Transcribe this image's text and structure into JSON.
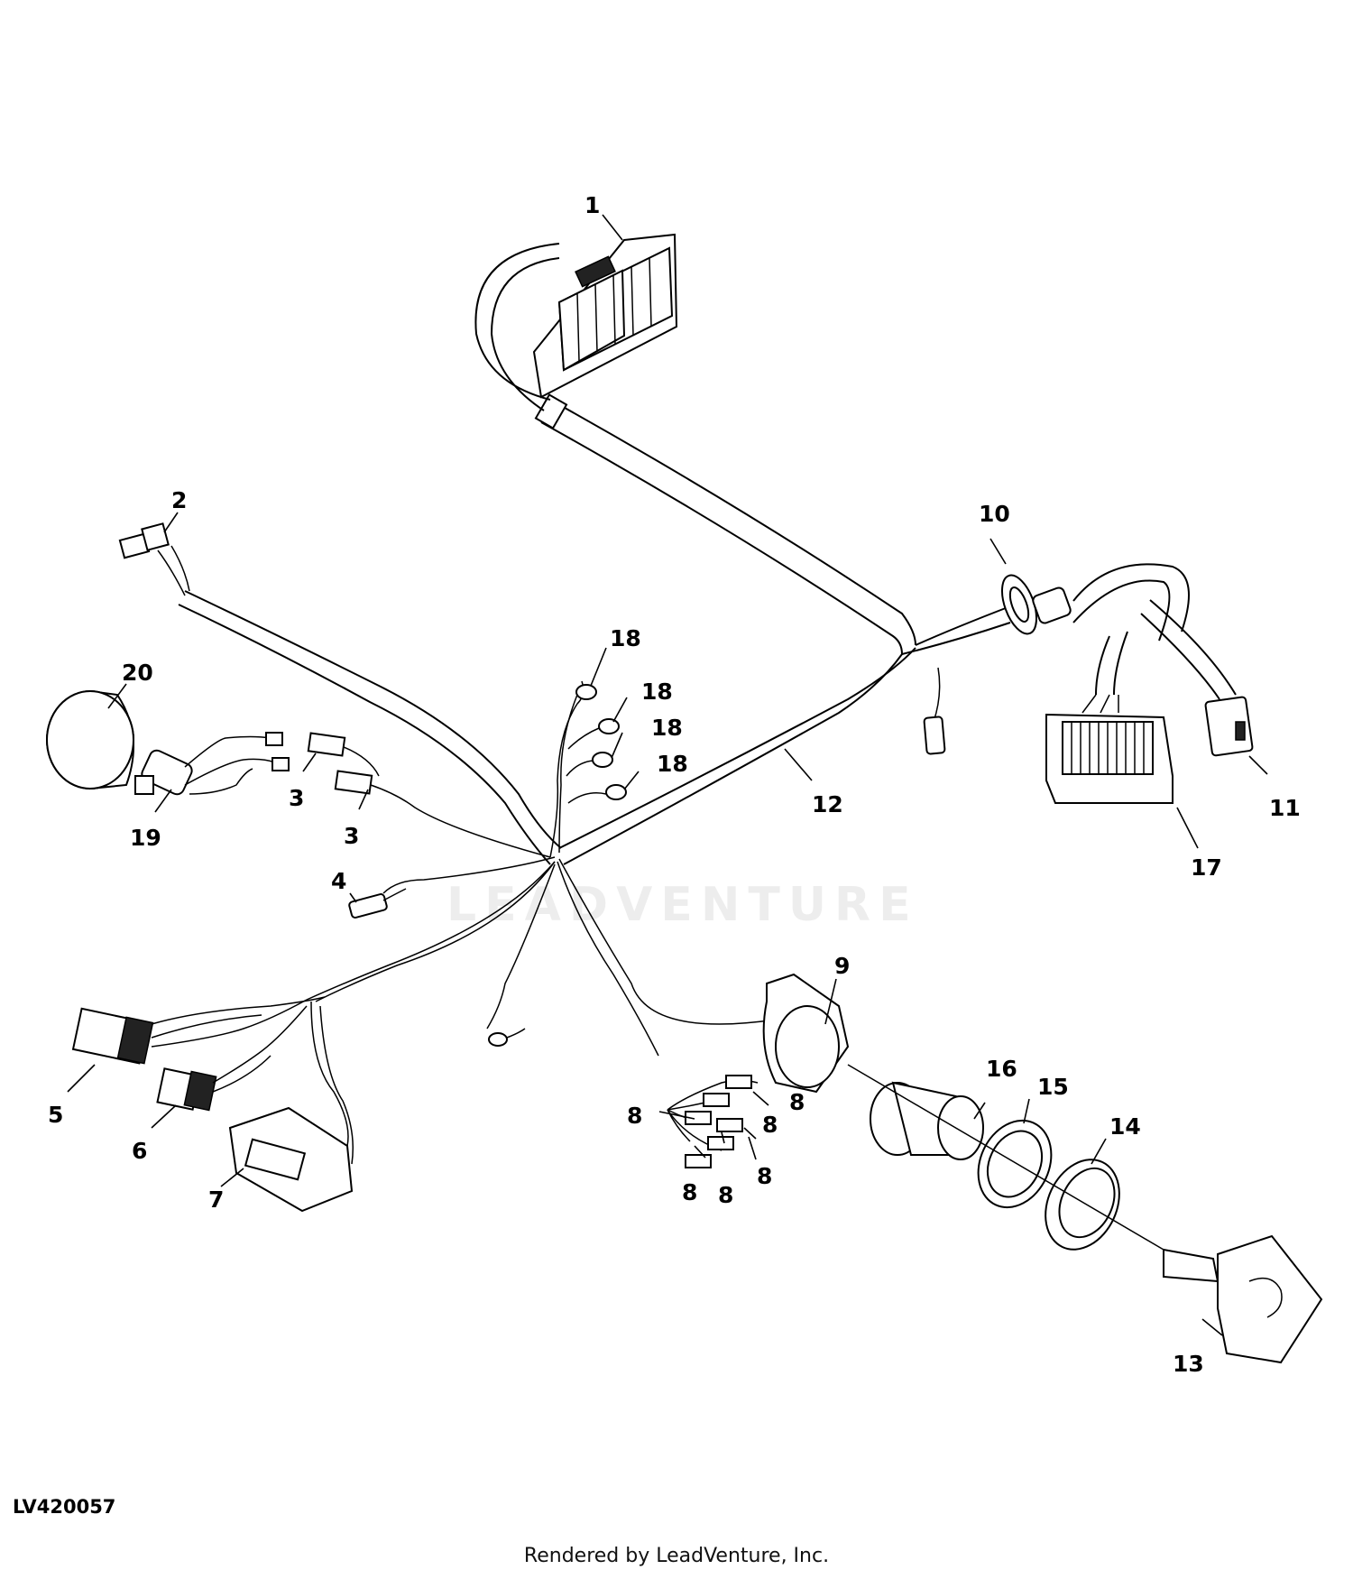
{
  "diagram": {
    "figure_id": "LV420057",
    "credit": "Rendered by LeadVenture, Inc.",
    "watermark": "LEADVENTURE",
    "callouts": {
      "c1": "1",
      "c2": "2",
      "c3a": "3",
      "c3b": "3",
      "c4": "4",
      "c5": "5",
      "c6": "6",
      "c7": "7",
      "c8a": "8",
      "c8b": "8",
      "c8c": "8",
      "c8d": "8",
      "c8e": "8",
      "c8f": "8",
      "c9": "9",
      "c10": "10",
      "c11": "11",
      "c12": "12",
      "c13": "13",
      "c14": "14",
      "c15": "15",
      "c16": "16",
      "c17": "17",
      "c18a": "18",
      "c18b": "18",
      "c18c": "18",
      "c18d": "18",
      "c19": "19",
      "c20": "20"
    }
  }
}
